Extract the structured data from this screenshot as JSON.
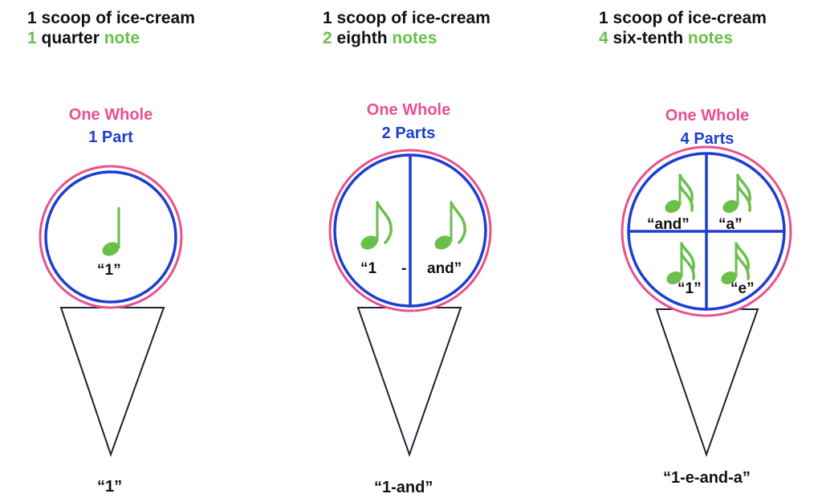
{
  "columns": [
    {
      "heading_line1": "1 scoop of ice-cream",
      "heading_count": "1",
      "heading_kind": "quarter",
      "heading_note_word": "note",
      "whole_label": "One Whole",
      "parts_label": "1 Part",
      "note_type": "quarter",
      "scoop_labels": [
        "“1”"
      ],
      "bottom_count": "“1”"
    },
    {
      "heading_line1": "1 scoop of ice-cream",
      "heading_count": "2",
      "heading_kind": "eighth",
      "heading_note_word": "notes",
      "whole_label": "One Whole",
      "parts_label": "2 Parts",
      "note_type": "eighth",
      "scoop_labels": [
        "“1",
        "-",
        "and”"
      ],
      "bottom_count": "“1-and”"
    },
    {
      "heading_line1": "1 scoop of ice-cream",
      "heading_count": "4",
      "heading_kind": "six-tenth",
      "heading_note_word": "notes",
      "whole_label": "One Whole",
      "parts_label": "4 Parts",
      "note_type": "sixteenth",
      "scoop_labels": [
        "“and”",
        "“a”",
        "“1”",
        "“e”"
      ],
      "bottom_count": "“1-e-and-a”"
    }
  ],
  "colors": {
    "heading_text": "#111111",
    "note_green": "#6abf4b",
    "whole_pink": "#e8508e",
    "parts_blue": "#1e3ecf",
    "cone_stroke": "#1a2233"
  }
}
